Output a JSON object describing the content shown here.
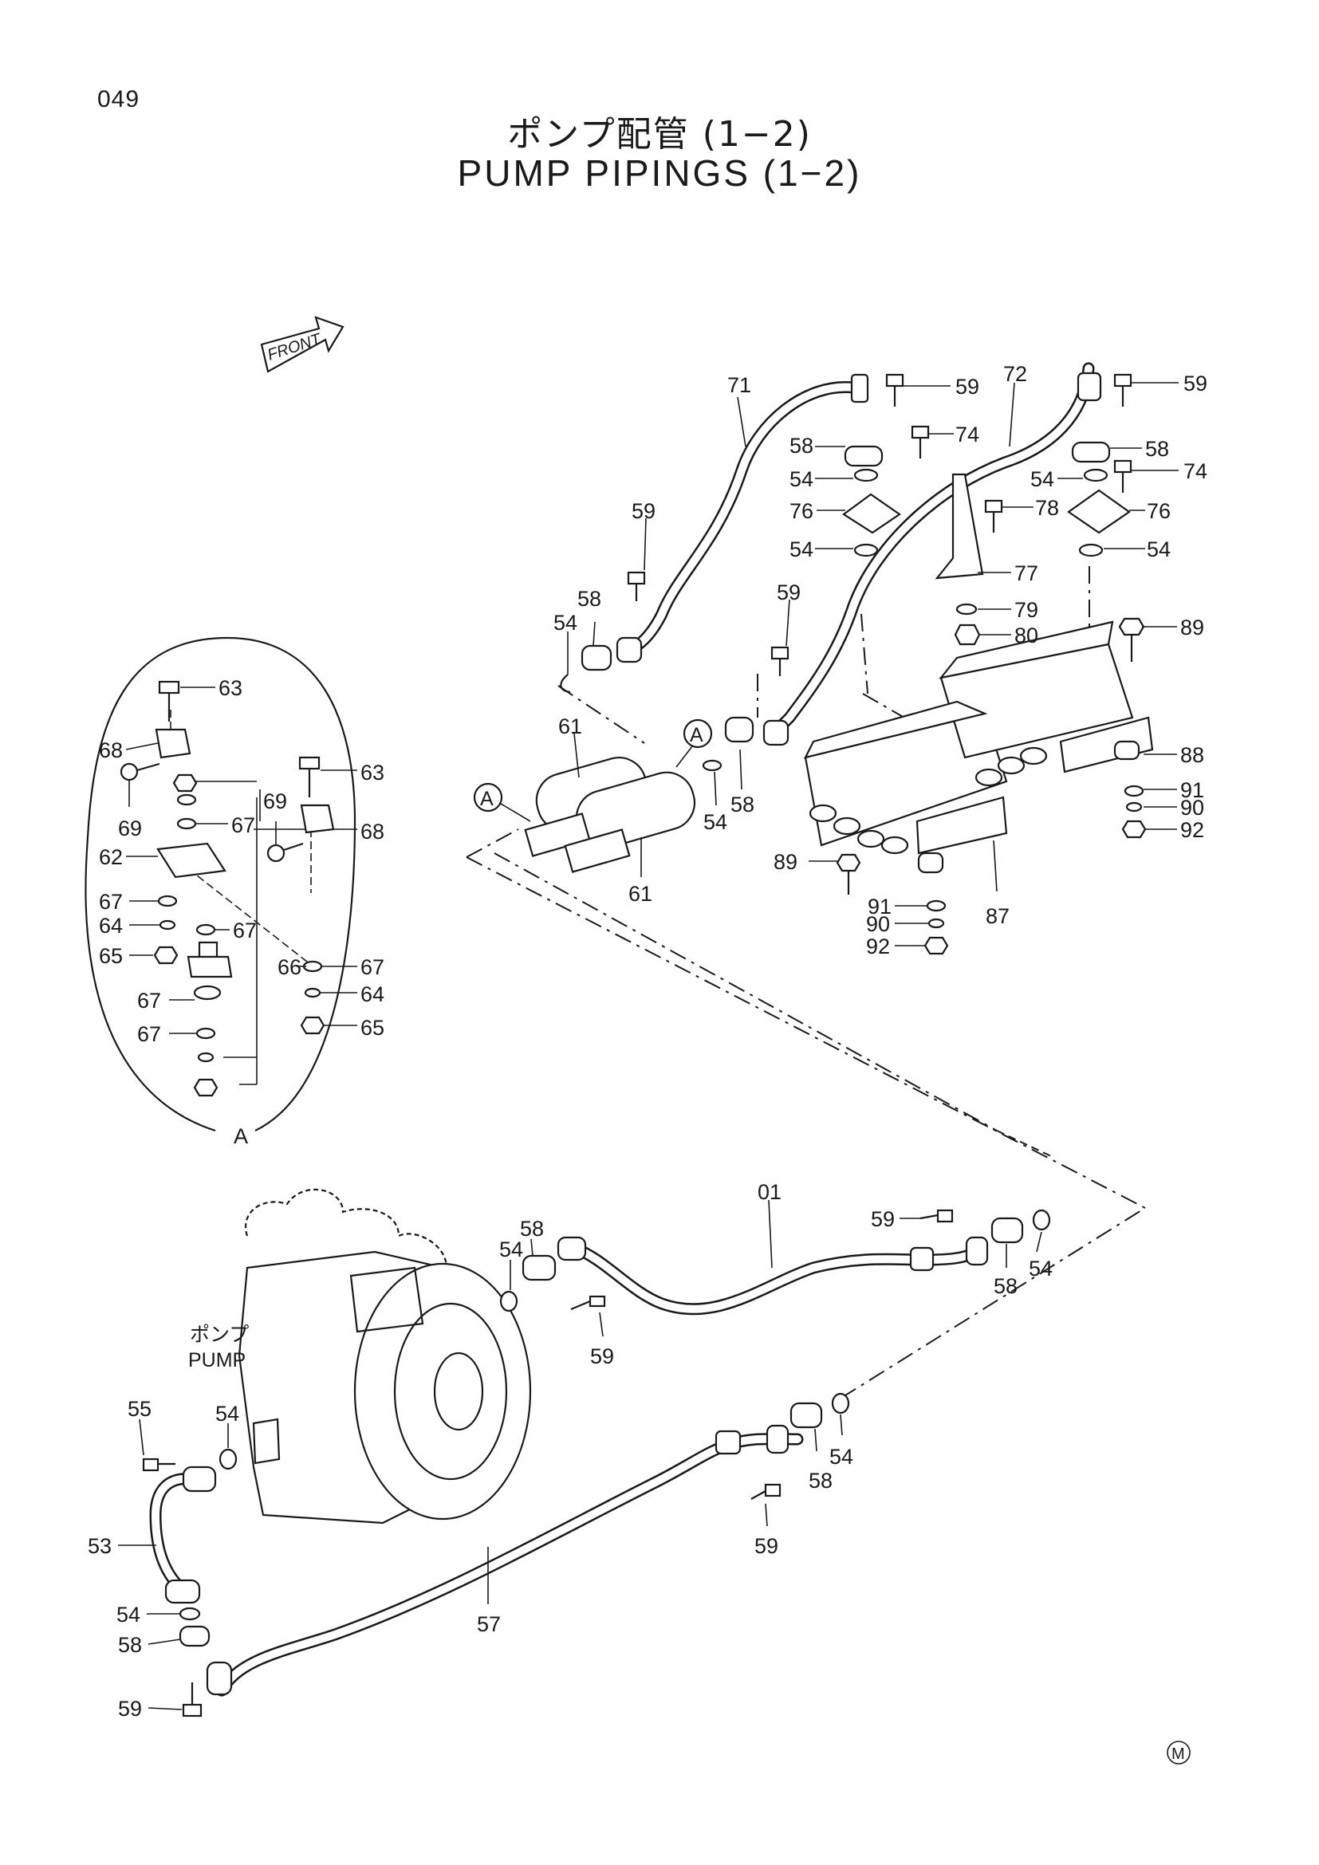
{
  "page_number": "049",
  "title_jp": "ポンプ配管 (1−2)",
  "title_en": "PUMP PIPINGS (1−2)",
  "front_label": "FRONT",
  "pump_label_jp": "ポンプ",
  "pump_label_en": "PUMP",
  "detail_label": "A",
  "view_marker": "A",
  "corner_mark": "M",
  "part_labels": [
    "71",
    "59",
    "72",
    "59",
    "58",
    "74",
    "58",
    "74",
    "54",
    "54",
    "76",
    "76",
    "78",
    "54",
    "54",
    "77",
    "59",
    "79",
    "59",
    "58",
    "80",
    "89",
    "54",
    "88",
    "91",
    "90",
    "92",
    "61",
    "54",
    "58",
    "61",
    "89",
    "91",
    "87",
    "90",
    "92",
    "63",
    "68",
    "69",
    "63",
    "67",
    "69",
    "68",
    "62",
    "67",
    "64",
    "67",
    "65",
    "66",
    "67",
    "67",
    "64",
    "67",
    "65",
    "01",
    "59",
    "54",
    "58",
    "54",
    "58",
    "59",
    "55",
    "54",
    "54",
    "58",
    "53",
    "59",
    "54",
    "58",
    "57",
    "59"
  ]
}
